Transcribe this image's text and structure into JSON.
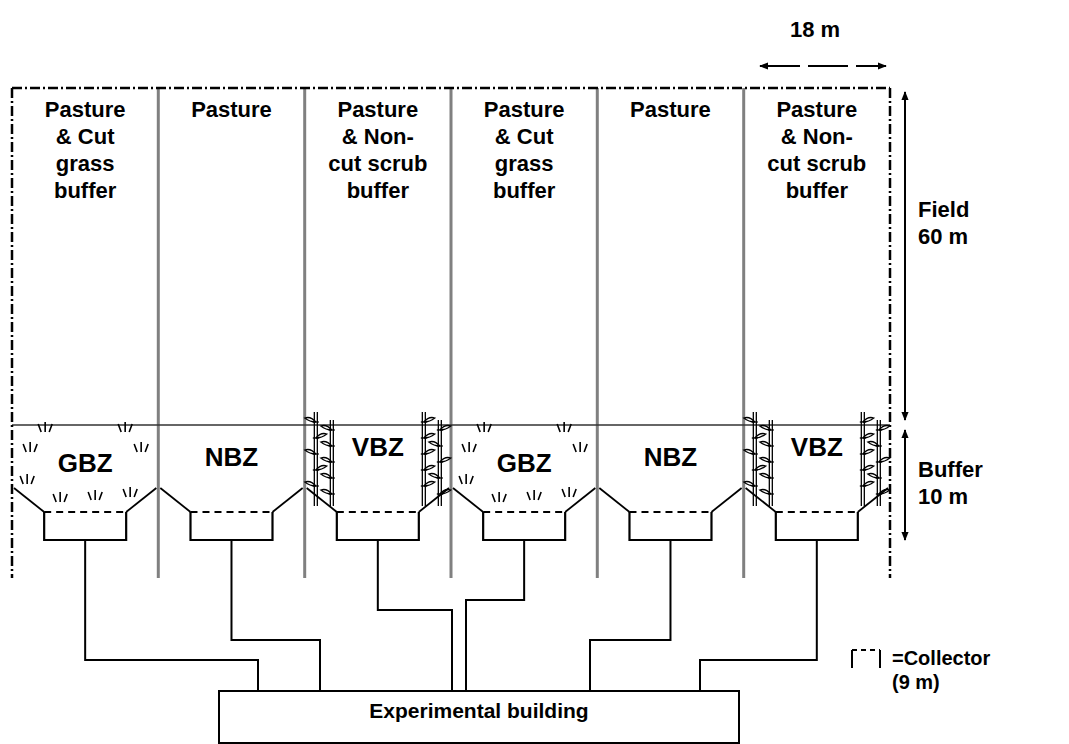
{
  "diagram": {
    "nodes": [
      {
        "text": [
          "Pasture & Cut grass buffer"
        ]
      },
      {
        "text": [
          "Pasture"
        ]
      },
      {
        "text": [
          "Pasture & Non-cut scrub buffer"
        ]
      },
      {
        "text": [
          "Pasture & Cut grass buffer"
        ]
      },
      {
        "text": [
          "Pasture"
        ]
      },
      {
        "text": [
          "Pasture & Non-cut scrub buffer"
        ]
      },
      {
        "text": [
          "GBZ"
        ]
      },
      {
        "text": [
          "NBZ"
        ]
      },
      {
        "text": [
          "VBZ"
        ]
      },
      {
        "text": [
          "GBZ"
        ]
      },
      {
        "text": [
          "NBZ"
        ]
      },
      {
        "text": [
          "VBZ"
        ]
      },
      {
        "text": [
          "Experimental building"
        ]
      }
    ],
    "edges": [
      {
        "from": 6,
        "to": 12,
        "arrow": "none"
      },
      {
        "from": 7,
        "to": 12,
        "arrow": "none"
      },
      {
        "from": 8,
        "to": 12,
        "arrow": "none"
      },
      {
        "from": 9,
        "to": 12,
        "arrow": "none"
      },
      {
        "from": 10,
        "to": 12,
        "arrow": "none"
      },
      {
        "from": 11,
        "to": 12,
        "arrow": "none"
      }
    ],
    "labels": [
      "18 m",
      "Field 60 m",
      "Buffer 10 m"
    ],
    "legend": [
      {
        "text": "=Collector (9 m)"
      }
    ]
  }
}
